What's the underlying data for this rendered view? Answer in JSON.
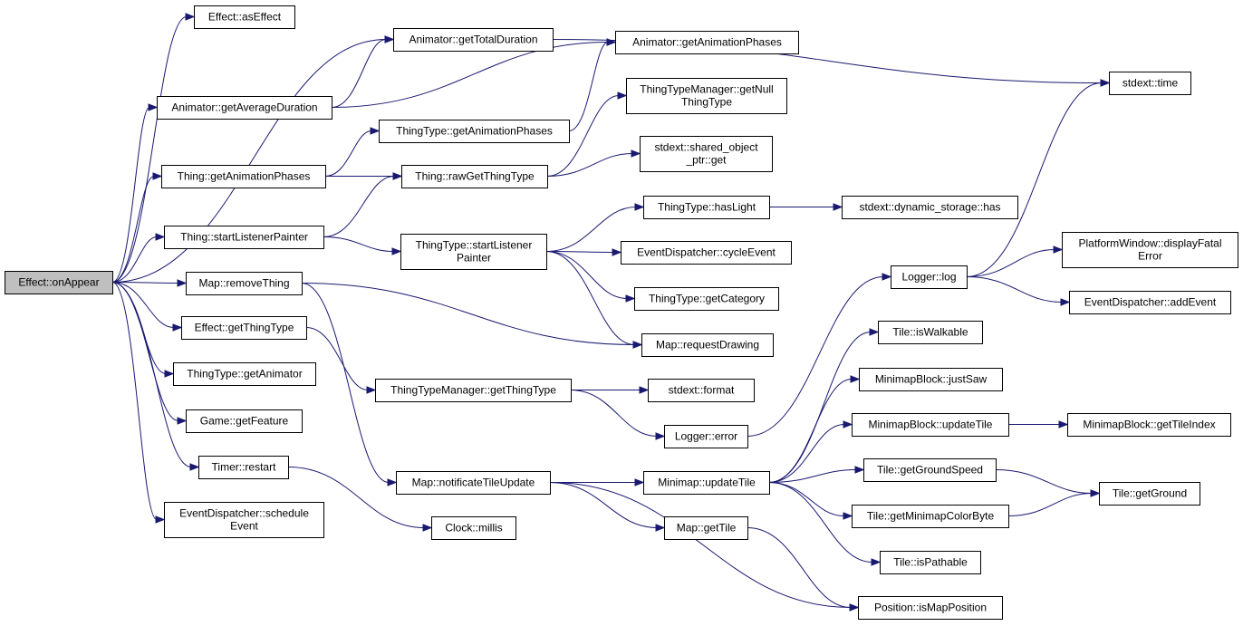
{
  "colors": {
    "edge": "#191970",
    "root_fill": "#bfbfbf",
    "node_fill": "#ffffff",
    "node_border": "#000000"
  },
  "nodes": [
    {
      "id": "effect-onappear",
      "lines": [
        "Effect::onAppear"
      ],
      "root": true
    },
    {
      "id": "effect-aseffect",
      "lines": [
        "Effect::asEffect"
      ]
    },
    {
      "id": "animator-gettotalduration",
      "lines": [
        "Animator::getTotalDuration"
      ]
    },
    {
      "id": "animator-getanimationphases",
      "lines": [
        "Animator::getAnimationPhases"
      ]
    },
    {
      "id": "stdext-time",
      "lines": [
        "stdext::time"
      ]
    },
    {
      "id": "animator-getaverageduration",
      "lines": [
        "Animator::getAverageDuration"
      ]
    },
    {
      "id": "thingtypemanager-getnullthingtype",
      "lines": [
        "ThingTypeManager::getNull",
        "ThingType"
      ]
    },
    {
      "id": "thingtype-getanimationphases",
      "lines": [
        "ThingType::getAnimationPhases"
      ]
    },
    {
      "id": "stdext-shared-object-ptr-get",
      "lines": [
        "stdext::shared_object",
        "_ptr::get"
      ]
    },
    {
      "id": "thing-getanimationphases",
      "lines": [
        "Thing::getAnimationPhases"
      ]
    },
    {
      "id": "thing-rawgetthingtype",
      "lines": [
        "Thing::rawGetThingType"
      ]
    },
    {
      "id": "thingtype-haslight",
      "lines": [
        "ThingType::hasLight"
      ]
    },
    {
      "id": "stdext-dynamic-storage-has",
      "lines": [
        "stdext::dynamic_storage::has"
      ]
    },
    {
      "id": "thing-startlistenerpainter",
      "lines": [
        "Thing::startListenerPainter"
      ]
    },
    {
      "id": "thingtype-startlistenerpainter",
      "lines": [
        "ThingType::startListener",
        "Painter"
      ]
    },
    {
      "id": "eventdispatcher-cycleevent",
      "lines": [
        "EventDispatcher::cycleEvent"
      ]
    },
    {
      "id": "platformwindow-displayfatalerror",
      "lines": [
        "PlatformWindow::displayFatal",
        "Error"
      ]
    },
    {
      "id": "logger-log",
      "lines": [
        "Logger::log"
      ]
    },
    {
      "id": "map-removething",
      "lines": [
        "Map::removeThing"
      ]
    },
    {
      "id": "thingtype-getcategory",
      "lines": [
        "ThingType::getCategory"
      ]
    },
    {
      "id": "eventdispatcher-addevent",
      "lines": [
        "EventDispatcher::addEvent"
      ]
    },
    {
      "id": "effect-getthingtype",
      "lines": [
        "Effect::getThingType"
      ]
    },
    {
      "id": "tile-iswalkable",
      "lines": [
        "Tile::isWalkable"
      ]
    },
    {
      "id": "map-requestdrawing",
      "lines": [
        "Map::requestDrawing"
      ]
    },
    {
      "id": "thingtype-getanimator",
      "lines": [
        "ThingType::getAnimator"
      ]
    },
    {
      "id": "minimapblock-justsaw",
      "lines": [
        "MinimapBlock::justSaw"
      ]
    },
    {
      "id": "thingtypemanager-getthingtype",
      "lines": [
        "ThingTypeManager::getThingType"
      ]
    },
    {
      "id": "stdext-format",
      "lines": [
        "stdext::format"
      ]
    },
    {
      "id": "game-getfeature",
      "lines": [
        "Game::getFeature"
      ]
    },
    {
      "id": "minimapblock-updatetile",
      "lines": [
        "MinimapBlock::updateTile"
      ]
    },
    {
      "id": "minimapblock-gettileindex",
      "lines": [
        "MinimapBlock::getTileIndex"
      ]
    },
    {
      "id": "logger-error",
      "lines": [
        "Logger::error"
      ]
    },
    {
      "id": "timer-restart",
      "lines": [
        "Timer::restart"
      ]
    },
    {
      "id": "tile-getgroundspeed",
      "lines": [
        "Tile::getGroundSpeed"
      ]
    },
    {
      "id": "map-notificatetileupdate",
      "lines": [
        "Map::notificateTileUpdate"
      ]
    },
    {
      "id": "minimap-updatetile",
      "lines": [
        "Minimap::updateTile"
      ]
    },
    {
      "id": "tile-getground",
      "lines": [
        "Tile::getGround"
      ]
    },
    {
      "id": "eventdispatcher-scheduleevent",
      "lines": [
        "EventDispatcher::schedule",
        "Event"
      ]
    },
    {
      "id": "tile-getminimapcolorbyte",
      "lines": [
        "Tile::getMinimapColorByte"
      ]
    },
    {
      "id": "clock-millis",
      "lines": [
        "Clock::millis"
      ]
    },
    {
      "id": "map-gettile",
      "lines": [
        "Map::getTile"
      ]
    },
    {
      "id": "tile-ispathable",
      "lines": [
        "Tile::isPathable"
      ]
    },
    {
      "id": "position-ismapposition",
      "lines": [
        "Position::isMapPosition"
      ]
    }
  ],
  "edges": [
    {
      "from": "effect-onappear",
      "to": "effect-aseffect"
    },
    {
      "from": "effect-onappear",
      "to": "animator-gettotalduration"
    },
    {
      "from": "effect-onappear",
      "to": "animator-getaverageduration"
    },
    {
      "from": "effect-onappear",
      "to": "thing-getanimationphases"
    },
    {
      "from": "effect-onappear",
      "to": "thing-startlistenerpainter"
    },
    {
      "from": "effect-onappear",
      "to": "map-removething"
    },
    {
      "from": "effect-onappear",
      "to": "effect-getthingtype"
    },
    {
      "from": "effect-onappear",
      "to": "thingtype-getanimator"
    },
    {
      "from": "effect-onappear",
      "to": "game-getfeature"
    },
    {
      "from": "effect-onappear",
      "to": "timer-restart"
    },
    {
      "from": "effect-onappear",
      "to": "eventdispatcher-scheduleevent"
    },
    {
      "from": "animator-gettotalduration",
      "to": "stdext-time"
    },
    {
      "from": "animator-getaverageduration",
      "to": "animator-gettotalduration"
    },
    {
      "from": "animator-getaverageduration",
      "to": "animator-getanimationphases"
    },
    {
      "from": "thing-getanimationphases",
      "to": "thingtype-getanimationphases"
    },
    {
      "from": "thing-getanimationphases",
      "to": "thing-rawgetthingtype"
    },
    {
      "from": "thingtype-getanimationphases",
      "to": "animator-getanimationphases"
    },
    {
      "from": "thing-rawgetthingtype",
      "to": "thingtypemanager-getnullthingtype"
    },
    {
      "from": "thing-rawgetthingtype",
      "to": "stdext-shared-object-ptr-get"
    },
    {
      "from": "thing-startlistenerpainter",
      "to": "thing-rawgetthingtype"
    },
    {
      "from": "thing-startlistenerpainter",
      "to": "thingtype-startlistenerpainter"
    },
    {
      "from": "thingtype-startlistenerpainter",
      "to": "thingtype-haslight"
    },
    {
      "from": "thingtype-startlistenerpainter",
      "to": "eventdispatcher-cycleevent"
    },
    {
      "from": "thingtype-startlistenerpainter",
      "to": "thingtype-getcategory"
    },
    {
      "from": "thingtype-startlistenerpainter",
      "to": "map-requestdrawing"
    },
    {
      "from": "thingtype-haslight",
      "to": "stdext-dynamic-storage-has"
    },
    {
      "from": "map-removething",
      "to": "map-requestdrawing"
    },
    {
      "from": "map-removething",
      "to": "map-notificatetileupdate"
    },
    {
      "from": "effect-getthingtype",
      "to": "thingtypemanager-getthingtype"
    },
    {
      "from": "thingtypemanager-getthingtype",
      "to": "stdext-format"
    },
    {
      "from": "thingtypemanager-getthingtype",
      "to": "logger-error"
    },
    {
      "from": "logger-error",
      "to": "logger-log"
    },
    {
      "from": "logger-log",
      "to": "stdext-time"
    },
    {
      "from": "logger-log",
      "to": "platformwindow-displayfatalerror"
    },
    {
      "from": "logger-log",
      "to": "eventdispatcher-addevent"
    },
    {
      "from": "timer-restart",
      "to": "clock-millis"
    },
    {
      "from": "map-notificatetileupdate",
      "to": "minimap-updatetile"
    },
    {
      "from": "map-notificatetileupdate",
      "to": "map-gettile"
    },
    {
      "from": "map-notificatetileupdate",
      "to": "position-ismapposition"
    },
    {
      "from": "minimap-updatetile",
      "to": "tile-iswalkable"
    },
    {
      "from": "minimap-updatetile",
      "to": "minimapblock-justsaw"
    },
    {
      "from": "minimap-updatetile",
      "to": "minimapblock-updatetile"
    },
    {
      "from": "minimap-updatetile",
      "to": "tile-getgroundspeed"
    },
    {
      "from": "minimap-updatetile",
      "to": "tile-getminimapcolorbyte"
    },
    {
      "from": "minimap-updatetile",
      "to": "tile-ispathable"
    },
    {
      "from": "minimapblock-updatetile",
      "to": "minimapblock-gettileindex"
    },
    {
      "from": "tile-getgroundspeed",
      "to": "tile-getground"
    },
    {
      "from": "tile-getminimapcolorbyte",
      "to": "tile-getground"
    },
    {
      "from": "map-gettile",
      "to": "position-ismapposition"
    }
  ]
}
